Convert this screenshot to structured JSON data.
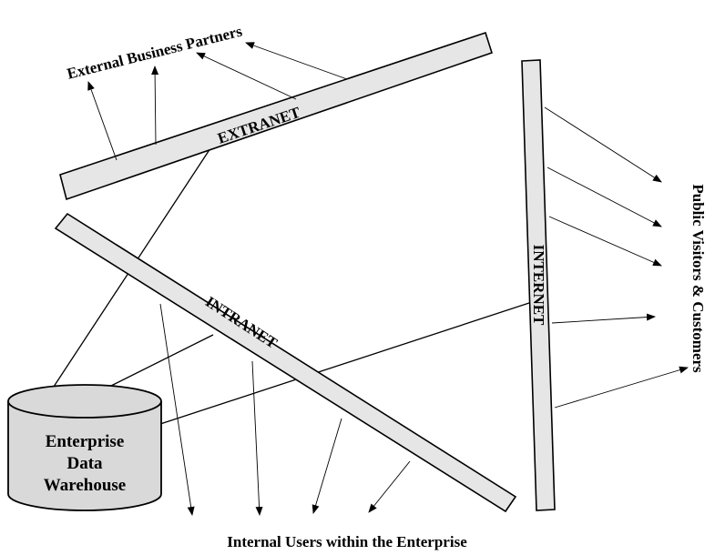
{
  "labels": {
    "extranet": "EXTRANET",
    "intranet": "INTRANET",
    "internet": "INTERNET",
    "external_partners": "External Business Partners",
    "public_visitors": "Public Visitors & Customers",
    "internal_users": "Internal Users within the Enterprise",
    "warehouse_line1": "Enterprise",
    "warehouse_line2": "Data",
    "warehouse_line3": "Warehouse"
  },
  "colors": {
    "bar_fill": "#e6e6e6",
    "cylinder_fill": "#d9d9d9",
    "stroke": "#000000"
  }
}
